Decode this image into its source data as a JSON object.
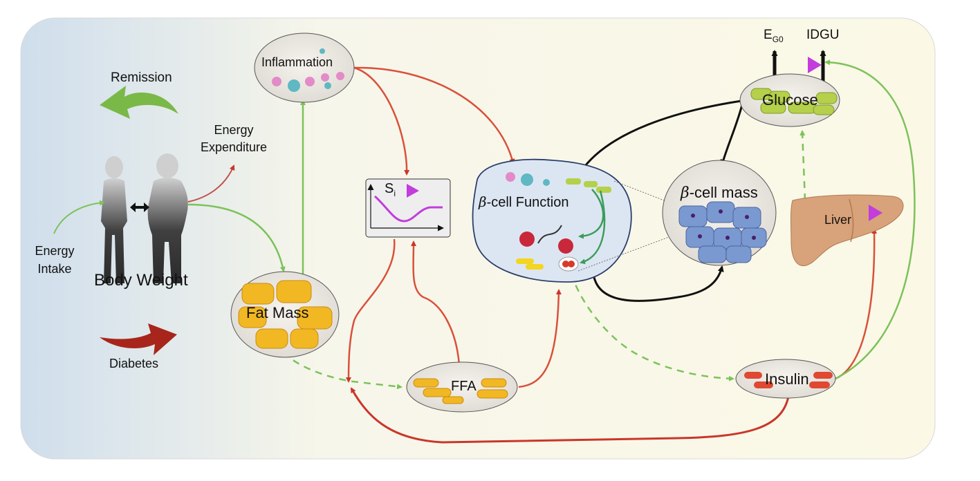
{
  "labels": {
    "remission": "Remission",
    "diabetes": "Diabetes",
    "energy_expenditure_line1": "Energy",
    "energy_expenditure_line2": "Expenditure",
    "energy_intake_line1": "Energy",
    "energy_intake_line2": "Intake",
    "body_weight": "Body Weight",
    "inflammation": "Inflammation",
    "fat_mass": "Fat Mass",
    "ffa": "FFA",
    "si_base": "S",
    "si_sub": "i",
    "beta_cell_function": "-cell Function",
    "beta_cell_mass": "-cell mass",
    "beta_symbol": "β",
    "glucose": "Glucose",
    "liver": "Liver",
    "insulin": "Insulin",
    "eg0_base": "E",
    "eg0_sub": "G0",
    "idgu": "IDGU"
  },
  "colors": {
    "green_arrow": "#7cc25a",
    "red_arrow": "#d9503a",
    "black_arrow": "#111111",
    "magenta": "#c23ddc",
    "panel_left": "#d6e2ee",
    "panel_right": "#fbf8e8"
  }
}
